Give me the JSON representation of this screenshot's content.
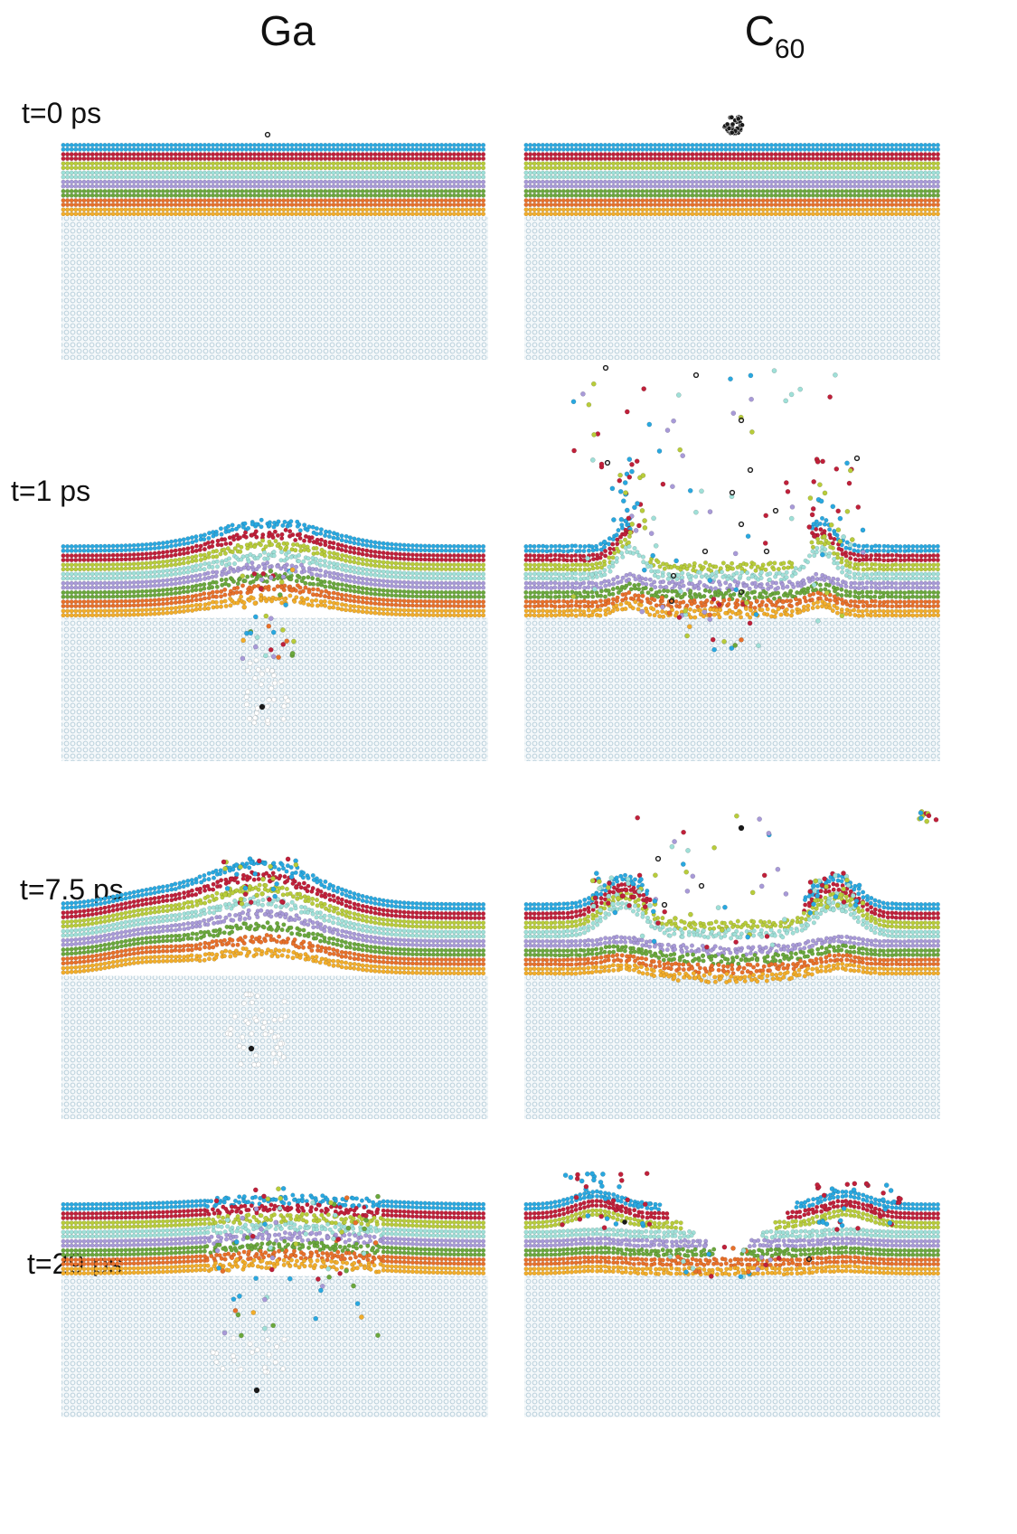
{
  "columns": [
    {
      "id": "ga",
      "title": "Ga",
      "subscript": ""
    },
    {
      "id": "c60",
      "title": "C",
      "subscript": "60"
    }
  ],
  "time_labels": [
    "t=0 ps",
    "t=1 ps",
    "t=7.5 ps",
    "t=29 ps"
  ],
  "layer_colors": [
    "#29a8e0",
    "#c0203a",
    "#b8cc3a",
    "#9fe0d8",
    "#a89ad8",
    "#6aa83c",
    "#e8702a",
    "#f2ad2a"
  ],
  "substrate_color": "#b4ccd8",
  "projectile_color": "#1a1a1a"
}
